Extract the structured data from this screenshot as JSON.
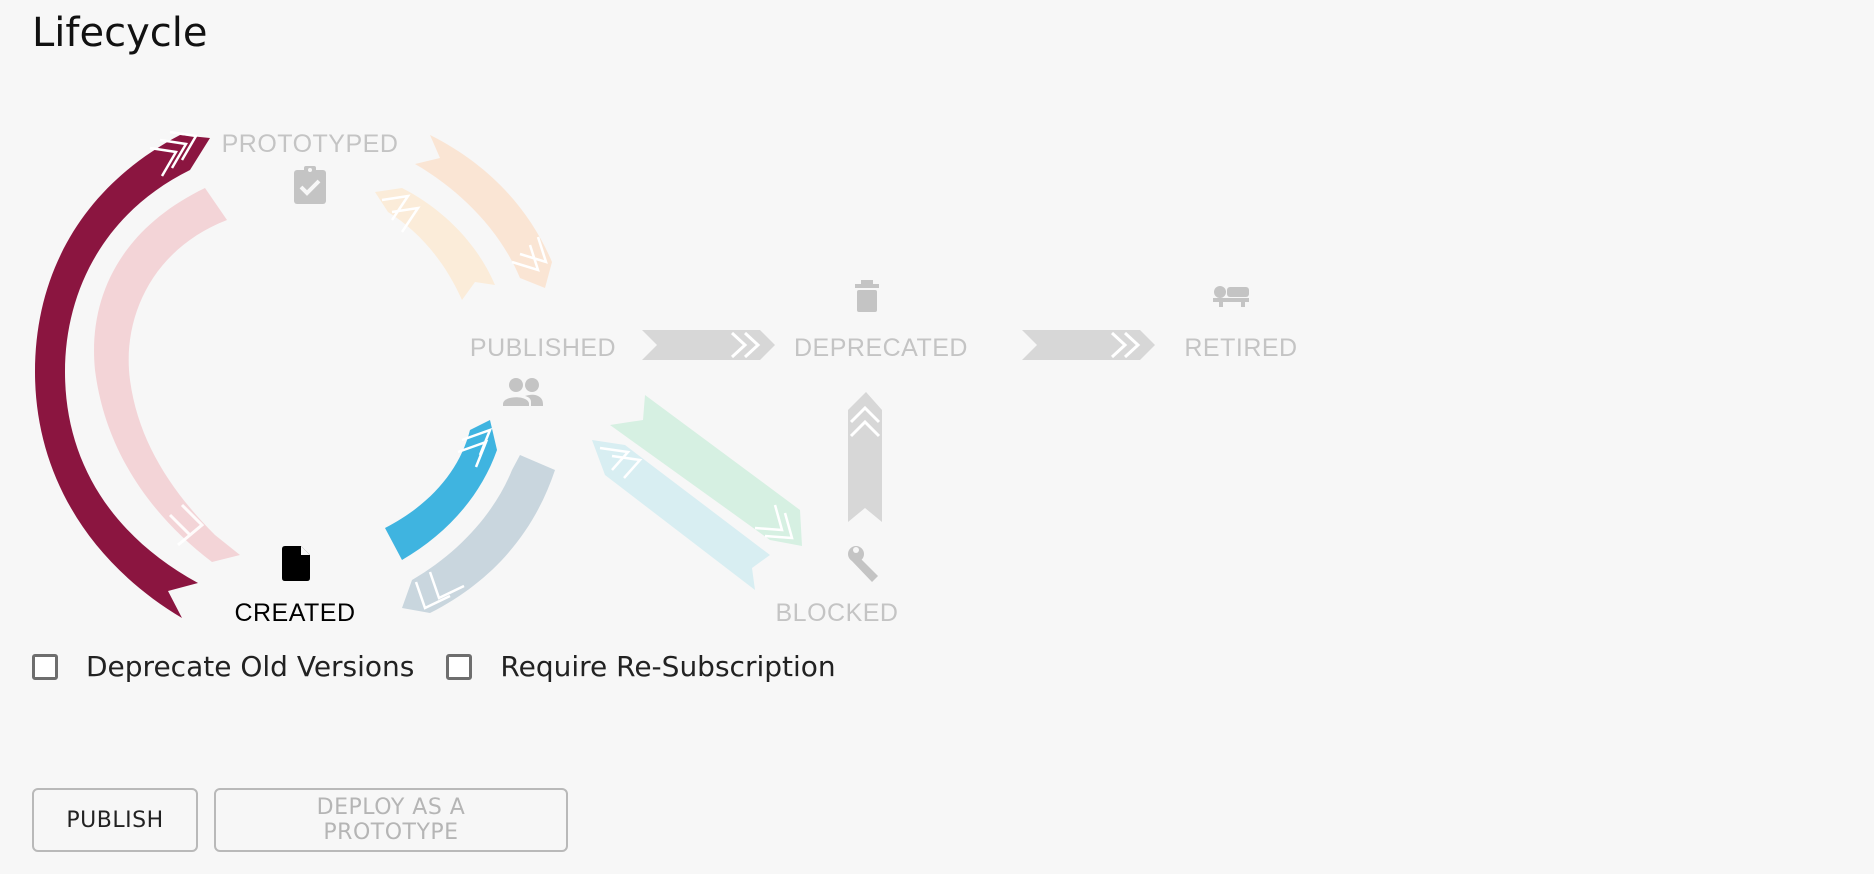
{
  "page": {
    "title": "Lifecycle"
  },
  "states": {
    "prototyped": {
      "label": "PROTOTYPED",
      "icon": "clipboard-check-icon",
      "active": false
    },
    "published": {
      "label": "PUBLISHED",
      "icon": "users-icon",
      "active": false
    },
    "deprecated": {
      "label": "DEPRECATED",
      "icon": "trash-icon",
      "active": false
    },
    "retired": {
      "label": "RETIRED",
      "icon": "bed-icon",
      "active": false
    },
    "created": {
      "label": "CREATED",
      "icon": "document-icon",
      "active": true
    },
    "blocked": {
      "label": "BLOCKED",
      "icon": "wrench-icon",
      "active": false
    }
  },
  "colors": {
    "active_text": "#000000",
    "inactive_text": "#c4c4c4",
    "created_to_prototyped": "#8b1540",
    "created_to_published": "#3fb4e0",
    "prototyped_faded": "#f3d4d7",
    "published_prototype_faded": "#fae5d4",
    "published_created_faded": "#c9d6de",
    "published_blocked_faded": "#d6f0e2",
    "blocked_published_faded": "#d8eef2",
    "gray_arrow": "#d7d7d7"
  },
  "options": [
    {
      "label": "Deprecate Old Versions",
      "checked": false
    },
    {
      "label": "Require Re-Subscription",
      "checked": false
    }
  ],
  "actions": {
    "publish_label": "PUBLISH",
    "deploy_prototype_label": "DEPLOY AS A PROTOTYPE"
  }
}
